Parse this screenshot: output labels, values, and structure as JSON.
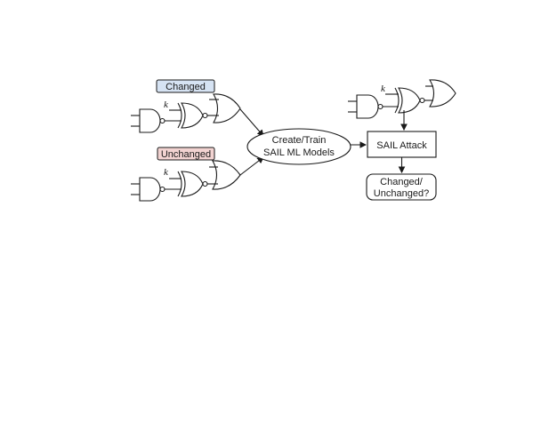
{
  "diagram": {
    "key_symbol": "k",
    "label_changed": "Changed",
    "label_unchanged": "Unchanged",
    "model_line1": "Create/Train",
    "model_line2": "SAIL ML Models",
    "attack_label": "SAIL Attack",
    "result_line1": "Changed/",
    "result_line2": "Unchanged?",
    "colors": {
      "changed_tag_fill": "#d6e3f3",
      "unchanged_tag_fill": "#f2d3d1",
      "stroke": "#1a1a1a"
    }
  }
}
